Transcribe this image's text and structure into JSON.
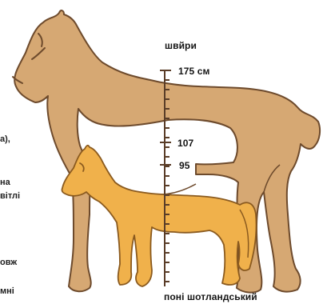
{
  "labels": {
    "withers": "швйри",
    "height_175": "175 см",
    "height_107": "107",
    "height_95": "95",
    "pony_caption": "поні шотландський"
  },
  "cut_text": [
    "а),",
    "на",
    "вітлі",
    "овж",
    "мні"
  ],
  "colors": {
    "draft_horse": "#d6a873",
    "draft_outline": "#6d4a2c",
    "pony": "#f0b14b",
    "pony_outline": "#8a5a1f",
    "scale": "#5a3d28"
  }
}
